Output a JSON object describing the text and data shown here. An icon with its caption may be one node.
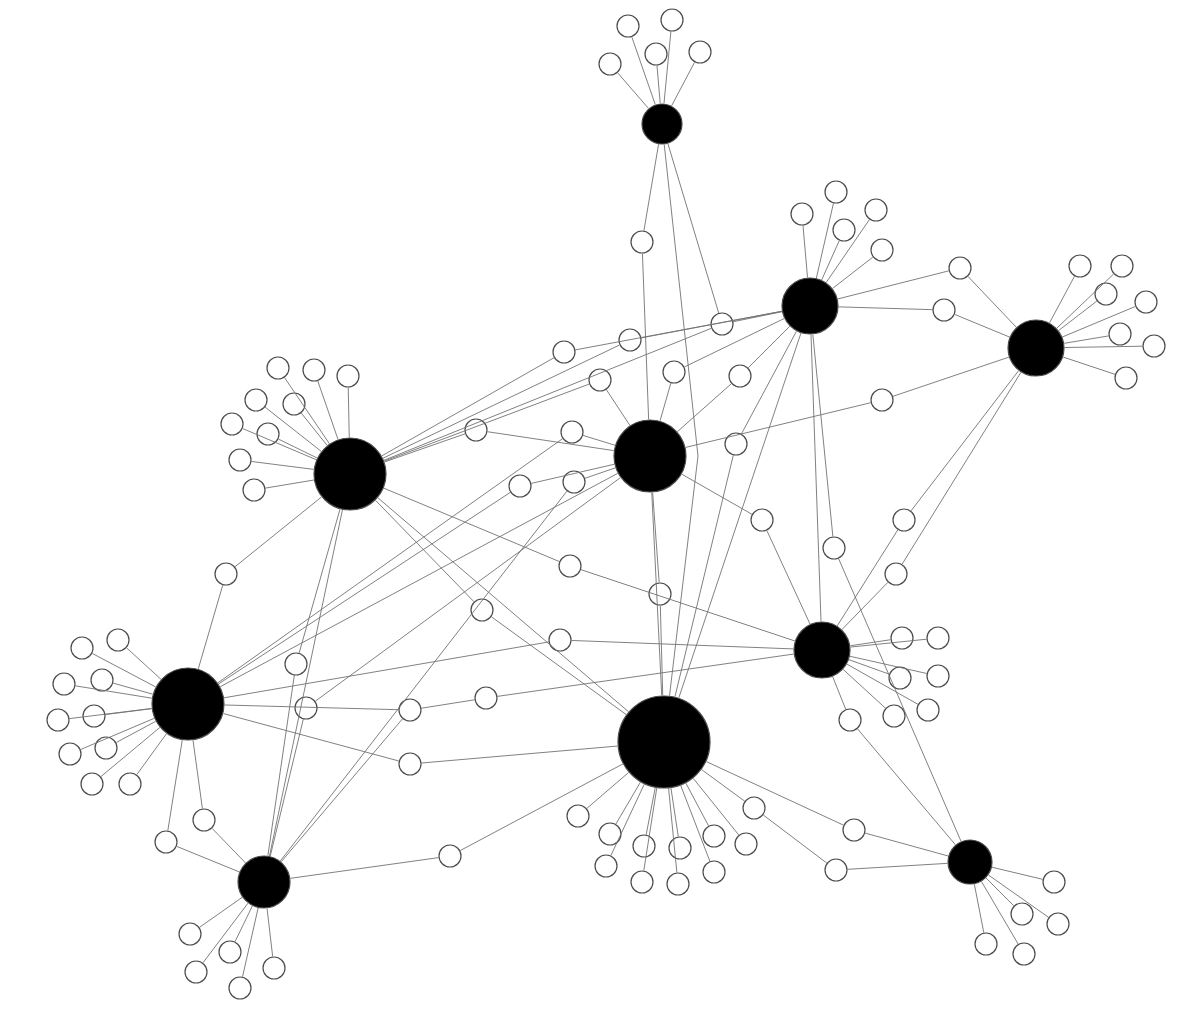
{
  "diagram": {
    "nodes": [
      {
        "text": [],
        "shape": "circle"
      },
      {
        "text": [],
        "shape": "circle"
      },
      {
        "text": [],
        "shape": "circle"
      },
      {
        "text": [],
        "shape": "circle"
      },
      {
        "text": [],
        "shape": "circle"
      },
      {
        "text": [],
        "shape": "circle"
      },
      {
        "text": [],
        "shape": "circle"
      },
      {
        "text": [],
        "shape": "circle"
      },
      {
        "text": [],
        "shape": "circle"
      },
      {
        "text": [],
        "shape": "circle"
      },
      {
        "text": [],
        "shape": "circle"
      },
      {
        "text": [],
        "shape": "circle"
      },
      {
        "text": [],
        "shape": "circle"
      },
      {
        "text": [],
        "shape": "circle"
      },
      {
        "text": [],
        "shape": "circle"
      },
      {
        "text": [],
        "shape": "circle"
      },
      {
        "text": [],
        "shape": "circle"
      },
      {
        "text": [],
        "shape": "circle"
      },
      {
        "text": [],
        "shape": "circle"
      },
      {
        "text": [],
        "shape": "circle"
      },
      {
        "text": [],
        "shape": "circle"
      },
      {
        "text": [],
        "shape": "circle"
      },
      {
        "text": [],
        "shape": "circle"
      },
      {
        "text": [],
        "shape": "circle"
      },
      {
        "text": [],
        "shape": "circle"
      },
      {
        "text": [],
        "shape": "circle"
      },
      {
        "text": [],
        "shape": "circle"
      },
      {
        "text": [],
        "shape": "circle"
      },
      {
        "text": [],
        "shape": "circle"
      },
      {
        "text": [],
        "shape": "circle"
      },
      {
        "text": [],
        "shape": "circle"
      },
      {
        "text": [],
        "shape": "circle"
      },
      {
        "text": [],
        "shape": "circle"
      },
      {
        "text": [],
        "shape": "circle"
      },
      {
        "text": [],
        "shape": "circle"
      },
      {
        "text": [],
        "shape": "circle"
      },
      {
        "text": [],
        "shape": "circle"
      },
      {
        "text": [],
        "shape": "circle"
      },
      {
        "text": [],
        "shape": "circle"
      },
      {
        "text": [],
        "shape": "circle"
      },
      {
        "text": [],
        "shape": "circle"
      },
      {
        "text": [],
        "shape": "circle"
      },
      {
        "text": [],
        "shape": "circle"
      },
      {
        "text": [],
        "shape": "circle"
      },
      {
        "text": [],
        "shape": "circle"
      },
      {
        "text": [],
        "shape": "circle"
      },
      {
        "text": [],
        "shape": "circle"
      },
      {
        "text": [],
        "shape": "circle"
      },
      {
        "text": [],
        "shape": "circle"
      },
      {
        "text": [],
        "shape": "circle"
      },
      {
        "text": [],
        "shape": "circle"
      },
      {
        "text": [],
        "shape": "circle"
      },
      {
        "text": [],
        "shape": "circle"
      },
      {
        "text": [],
        "shape": "circle"
      },
      {
        "text": [],
        "shape": "circle"
      },
      {
        "text": [],
        "shape": "circle"
      },
      {
        "text": [],
        "shape": "circle"
      },
      {
        "text": [],
        "shape": "circle"
      },
      {
        "text": [],
        "shape": "circle"
      },
      {
        "text": [],
        "shape": "circle"
      },
      {
        "text": [],
        "shape": "circle"
      },
      {
        "text": [],
        "shape": "circle"
      },
      {
        "text": [],
        "shape": "circle"
      },
      {
        "text": [],
        "shape": "circle"
      },
      {
        "text": [],
        "shape": "circle"
      },
      {
        "text": [],
        "shape": "circle"
      },
      {
        "text": [],
        "shape": "circle"
      },
      {
        "text": [],
        "shape": "circle"
      },
      {
        "text": [],
        "shape": "circle"
      },
      {
        "text": [],
        "shape": "circle"
      },
      {
        "text": [],
        "shape": "circle"
      },
      {
        "text": [],
        "shape": "circle"
      },
      {
        "text": [],
        "shape": "circle"
      },
      {
        "text": [],
        "shape": "circle"
      },
      {
        "text": [],
        "shape": "circle"
      },
      {
        "text": [],
        "shape": "circle"
      },
      {
        "text": [],
        "shape": "circle"
      },
      {
        "text": [],
        "shape": "circle"
      },
      {
        "text": [],
        "shape": "circle"
      },
      {
        "text": [],
        "shape": "circle"
      },
      {
        "text": [],
        "shape": "circle"
      },
      {
        "text": [],
        "shape": "circle"
      },
      {
        "text": [],
        "shape": "circle"
      },
      {
        "text": [],
        "shape": "circle"
      },
      {
        "text": [],
        "shape": "circle"
      },
      {
        "text": [],
        "shape": "circle"
      },
      {
        "text": [],
        "shape": "circle"
      },
      {
        "text": [],
        "shape": "circle"
      },
      {
        "text": [],
        "shape": "circle"
      },
      {
        "text": [],
        "shape": "circle"
      },
      {
        "text": [],
        "shape": "circle"
      },
      {
        "text": [],
        "shape": "circle"
      },
      {
        "text": [],
        "shape": "circle"
      },
      {
        "text": [],
        "shape": "circle"
      },
      {
        "text": [],
        "shape": "circle"
      },
      {
        "text": [],
        "shape": "circle"
      },
      {
        "text": [],
        "shape": "circle"
      },
      {
        "text": [],
        "shape": "circle"
      },
      {
        "text": [],
        "shape": "circle"
      },
      {
        "text": [],
        "shape": "circle"
      },
      {
        "text": [],
        "shape": "circle"
      },
      {
        "text": [],
        "shape": "circle"
      },
      {
        "text": [],
        "shape": "circle"
      },
      {
        "text": [],
        "shape": "circle"
      },
      {
        "text": [],
        "shape": "circle"
      },
      {
        "text": [],
        "shape": "circle"
      },
      {
        "text": [],
        "shape": "circle"
      },
      {
        "text": [],
        "shape": "circle"
      }
    ],
    "edges": [
      {
        "from": 0,
        "to": 10,
        "arrow": "none"
      },
      {
        "from": 0,
        "to": 11,
        "arrow": "none"
      },
      {
        "from": 0,
        "to": 12,
        "arrow": "none"
      },
      {
        "from": 0,
        "to": 13,
        "arrow": "none"
      },
      {
        "from": 0,
        "to": 14,
        "arrow": "none"
      },
      {
        "from": 1,
        "to": 15,
        "arrow": "none"
      },
      {
        "from": 1,
        "to": 16,
        "arrow": "none"
      },
      {
        "from": 1,
        "to": 17,
        "arrow": "none"
      },
      {
        "from": 1,
        "to": 18,
        "arrow": "none"
      },
      {
        "from": 1,
        "to": 19,
        "arrow": "none"
      },
      {
        "from": 2,
        "to": 20,
        "arrow": "none"
      },
      {
        "from": 2,
        "to": 21,
        "arrow": "none"
      },
      {
        "from": 2,
        "to": 22,
        "arrow": "none"
      },
      {
        "from": 2,
        "to": 23,
        "arrow": "none"
      },
      {
        "from": 2,
        "to": 24,
        "arrow": "none"
      },
      {
        "from": 2,
        "to": 25,
        "arrow": "none"
      },
      {
        "from": 2,
        "to": 26,
        "arrow": "none"
      },
      {
        "from": 3,
        "to": 27,
        "arrow": "none"
      },
      {
        "from": 3,
        "to": 28,
        "arrow": "none"
      },
      {
        "from": 3,
        "to": 29,
        "arrow": "none"
      },
      {
        "from": 3,
        "to": 30,
        "arrow": "none"
      },
      {
        "from": 3,
        "to": 31,
        "arrow": "none"
      },
      {
        "from": 3,
        "to": 32,
        "arrow": "none"
      },
      {
        "from": 3,
        "to": 33,
        "arrow": "none"
      },
      {
        "from": 3,
        "to": 34,
        "arrow": "none"
      },
      {
        "from": 3,
        "to": 35,
        "arrow": "none"
      },
      {
        "from": 5,
        "to": 36,
        "arrow": "none"
      },
      {
        "from": 5,
        "to": 37,
        "arrow": "none"
      },
      {
        "from": 5,
        "to": 38,
        "arrow": "none"
      },
      {
        "from": 5,
        "to": 39,
        "arrow": "none"
      },
      {
        "from": 5,
        "to": 40,
        "arrow": "none"
      },
      {
        "from": 5,
        "to": 41,
        "arrow": "none"
      },
      {
        "from": 5,
        "to": 42,
        "arrow": "none"
      },
      {
        "from": 5,
        "to": 43,
        "arrow": "none"
      },
      {
        "from": 5,
        "to": 44,
        "arrow": "none"
      },
      {
        "from": 5,
        "to": 45,
        "arrow": "none"
      },
      {
        "from": 8,
        "to": 46,
        "arrow": "none"
      },
      {
        "from": 8,
        "to": 47,
        "arrow": "none"
      },
      {
        "from": 8,
        "to": 48,
        "arrow": "none"
      },
      {
        "from": 8,
        "to": 49,
        "arrow": "none"
      },
      {
        "from": 8,
        "to": 50,
        "arrow": "none"
      },
      {
        "from": 6,
        "to": 51,
        "arrow": "none"
      },
      {
        "from": 6,
        "to": 52,
        "arrow": "none"
      },
      {
        "from": 6,
        "to": 53,
        "arrow": "none"
      },
      {
        "from": 6,
        "to": 54,
        "arrow": "none"
      },
      {
        "from": 6,
        "to": 55,
        "arrow": "none"
      },
      {
        "from": 6,
        "to": 56,
        "arrow": "none"
      },
      {
        "from": 7,
        "to": 57,
        "arrow": "none"
      },
      {
        "from": 7,
        "to": 58,
        "arrow": "none"
      },
      {
        "from": 7,
        "to": 59,
        "arrow": "none"
      },
      {
        "from": 7,
        "to": 60,
        "arrow": "none"
      },
      {
        "from": 7,
        "to": 61,
        "arrow": "none"
      },
      {
        "from": 7,
        "to": 62,
        "arrow": "none"
      },
      {
        "from": 7,
        "to": 63,
        "arrow": "none"
      },
      {
        "from": 7,
        "to": 64,
        "arrow": "none"
      },
      {
        "from": 7,
        "to": 65,
        "arrow": "none"
      },
      {
        "from": 7,
        "to": 66,
        "arrow": "none"
      },
      {
        "from": 9,
        "to": 67,
        "arrow": "none"
      },
      {
        "from": 9,
        "to": 68,
        "arrow": "none"
      },
      {
        "from": 9,
        "to": 69,
        "arrow": "none"
      },
      {
        "from": 9,
        "to": 70,
        "arrow": "none"
      },
      {
        "from": 9,
        "to": 71,
        "arrow": "none"
      },
      {
        "from": 0,
        "to": 72,
        "arrow": "none"
      },
      {
        "from": 72,
        "to": 4,
        "arrow": "none"
      },
      {
        "from": 0,
        "to": 73,
        "arrow": "none"
      },
      {
        "from": 73,
        "to": 1,
        "arrow": "none"
      },
      {
        "from": 73,
        "to": 3,
        "arrow": "none"
      },
      {
        "from": 1,
        "to": 74,
        "arrow": "none"
      },
      {
        "from": 74,
        "to": 2,
        "arrow": "none"
      },
      {
        "from": 1,
        "to": 75,
        "arrow": "none"
      },
      {
        "from": 75,
        "to": 2,
        "arrow": "none"
      },
      {
        "from": 4,
        "to": 76,
        "arrow": "none"
      },
      {
        "from": 76,
        "to": 2,
        "arrow": "none"
      },
      {
        "from": 3,
        "to": 77,
        "arrow": "none"
      },
      {
        "from": 77,
        "to": 1,
        "arrow": "none"
      },
      {
        "from": 3,
        "to": 78,
        "arrow": "none"
      },
      {
        "from": 78,
        "to": 4,
        "arrow": "none"
      },
      {
        "from": 1,
        "to": 79,
        "arrow": "none"
      },
      {
        "from": 79,
        "to": 3,
        "arrow": "none"
      },
      {
        "from": 4,
        "to": 80,
        "arrow": "none"
      },
      {
        "from": 80,
        "to": 1,
        "arrow": "none"
      },
      {
        "from": 4,
        "to": 81,
        "arrow": "none"
      },
      {
        "from": 81,
        "to": 3,
        "arrow": "none"
      },
      {
        "from": 4,
        "to": 82,
        "arrow": "none"
      },
      {
        "from": 82,
        "to": 5,
        "arrow": "none"
      },
      {
        "from": 4,
        "to": 83,
        "arrow": "none"
      },
      {
        "from": 83,
        "to": 8,
        "arrow": "none"
      },
      {
        "from": 4,
        "to": 84,
        "arrow": "none"
      },
      {
        "from": 84,
        "to": 5,
        "arrow": "none"
      },
      {
        "from": 1,
        "to": 85,
        "arrow": "none"
      },
      {
        "from": 85,
        "to": 7,
        "arrow": "none"
      },
      {
        "from": 1,
        "to": 86,
        "arrow": "none"
      },
      {
        "from": 86,
        "to": 4,
        "arrow": "none"
      },
      {
        "from": 1,
        "to": 87,
        "arrow": "none"
      },
      {
        "from": 87,
        "to": 9,
        "arrow": "none"
      },
      {
        "from": 2,
        "to": 88,
        "arrow": "none"
      },
      {
        "from": 88,
        "to": 6,
        "arrow": "none"
      },
      {
        "from": 2,
        "to": 89,
        "arrow": "none"
      },
      {
        "from": 89,
        "to": 6,
        "arrow": "none"
      },
      {
        "from": 4,
        "to": 90,
        "arrow": "none"
      },
      {
        "from": 90,
        "to": 6,
        "arrow": "none"
      },
      {
        "from": 4,
        "to": 91,
        "arrow": "none"
      },
      {
        "from": 91,
        "to": 7,
        "arrow": "none"
      },
      {
        "from": 3,
        "to": 92,
        "arrow": "none"
      },
      {
        "from": 92,
        "to": 6,
        "arrow": "none"
      },
      {
        "from": 3,
        "to": 93,
        "arrow": "none"
      },
      {
        "from": 93,
        "to": 7,
        "arrow": "none"
      },
      {
        "from": 5,
        "to": 94,
        "arrow": "none"
      },
      {
        "from": 94,
        "to": 6,
        "arrow": "none"
      },
      {
        "from": 5,
        "to": 95,
        "arrow": "none"
      },
      {
        "from": 95,
        "to": 3,
        "arrow": "none"
      },
      {
        "from": 8,
        "to": 96,
        "arrow": "none"
      },
      {
        "from": 96,
        "to": 3,
        "arrow": "none"
      },
      {
        "from": 8,
        "to": 97,
        "arrow": "none"
      },
      {
        "from": 97,
        "to": 4,
        "arrow": "none"
      },
      {
        "from": 5,
        "to": 98,
        "arrow": "none"
      },
      {
        "from": 98,
        "to": 8,
        "arrow": "none"
      },
      {
        "from": 98,
        "to": 99,
        "arrow": "none"
      },
      {
        "from": 99,
        "to": 6,
        "arrow": "none"
      },
      {
        "from": 5,
        "to": 100,
        "arrow": "none"
      },
      {
        "from": 100,
        "to": 7,
        "arrow": "none"
      },
      {
        "from": 5,
        "to": 101,
        "arrow": "none"
      },
      {
        "from": 101,
        "to": 8,
        "arrow": "none"
      },
      {
        "from": 5,
        "to": 102,
        "arrow": "none"
      },
      {
        "from": 102,
        "to": 8,
        "arrow": "none"
      },
      {
        "from": 8,
        "to": 103,
        "arrow": "none"
      },
      {
        "from": 103,
        "to": 7,
        "arrow": "none"
      },
      {
        "from": 7,
        "to": 104,
        "arrow": "none"
      },
      {
        "from": 104,
        "to": 105,
        "arrow": "none"
      },
      {
        "from": 105,
        "to": 9,
        "arrow": "none"
      },
      {
        "from": 7,
        "to": 106,
        "arrow": "none"
      },
      {
        "from": 106,
        "to": 9,
        "arrow": "none"
      },
      {
        "from": 6,
        "to": 107,
        "arrow": "none"
      },
      {
        "from": 107,
        "to": 9,
        "arrow": "none"
      },
      {
        "from": 0,
        "to": 7,
        "arrow": "none"
      },
      {
        "from": 3,
        "to": 7,
        "arrow": "none"
      },
      {
        "from": 3,
        "to": 8,
        "arrow": "none"
      },
      {
        "from": 5,
        "to": 4,
        "arrow": "none"
      },
      {
        "from": 4,
        "to": 7,
        "arrow": "none"
      },
      {
        "from": 1,
        "to": 7,
        "arrow": "none"
      },
      {
        "from": 1,
        "to": 6,
        "arrow": "none"
      }
    ]
  }
}
